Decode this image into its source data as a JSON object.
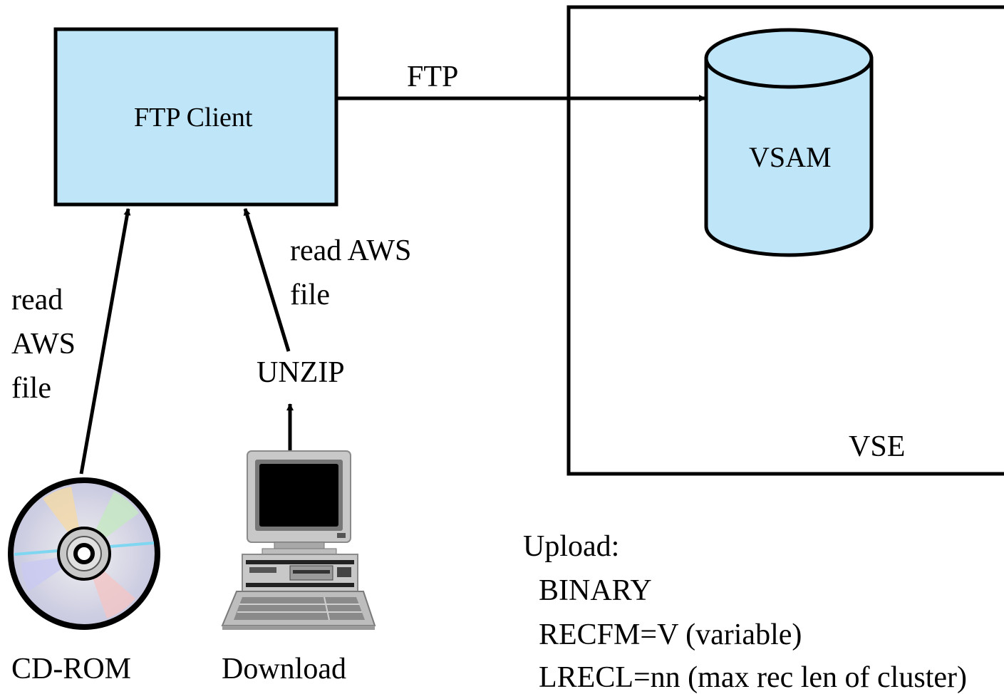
{
  "diagram": {
    "ftp_client": {
      "label": "FTP Client"
    },
    "ftp_link": {
      "label": "FTP"
    },
    "vsam": {
      "label": "VSAM"
    },
    "vse": {
      "label": "VSE"
    },
    "cdrom_path": {
      "line1": "read",
      "line2": "AWS",
      "line3": "file"
    },
    "download_path": {
      "line1": "read AWS",
      "line2": "file",
      "unzip": "UNZIP"
    },
    "sources": {
      "cdrom": "CD-ROM",
      "download": "Download"
    },
    "upload_notes": {
      "heading": "Upload:",
      "line1": "BINARY",
      "line2": "RECFM=V (variable)",
      "line3": "LRECL=nn (max rec len of cluster)"
    },
    "colors": {
      "box_fill": "#bfe6f8",
      "cylinder_fill": "#bfe6f8",
      "stroke": "#000000"
    }
  }
}
